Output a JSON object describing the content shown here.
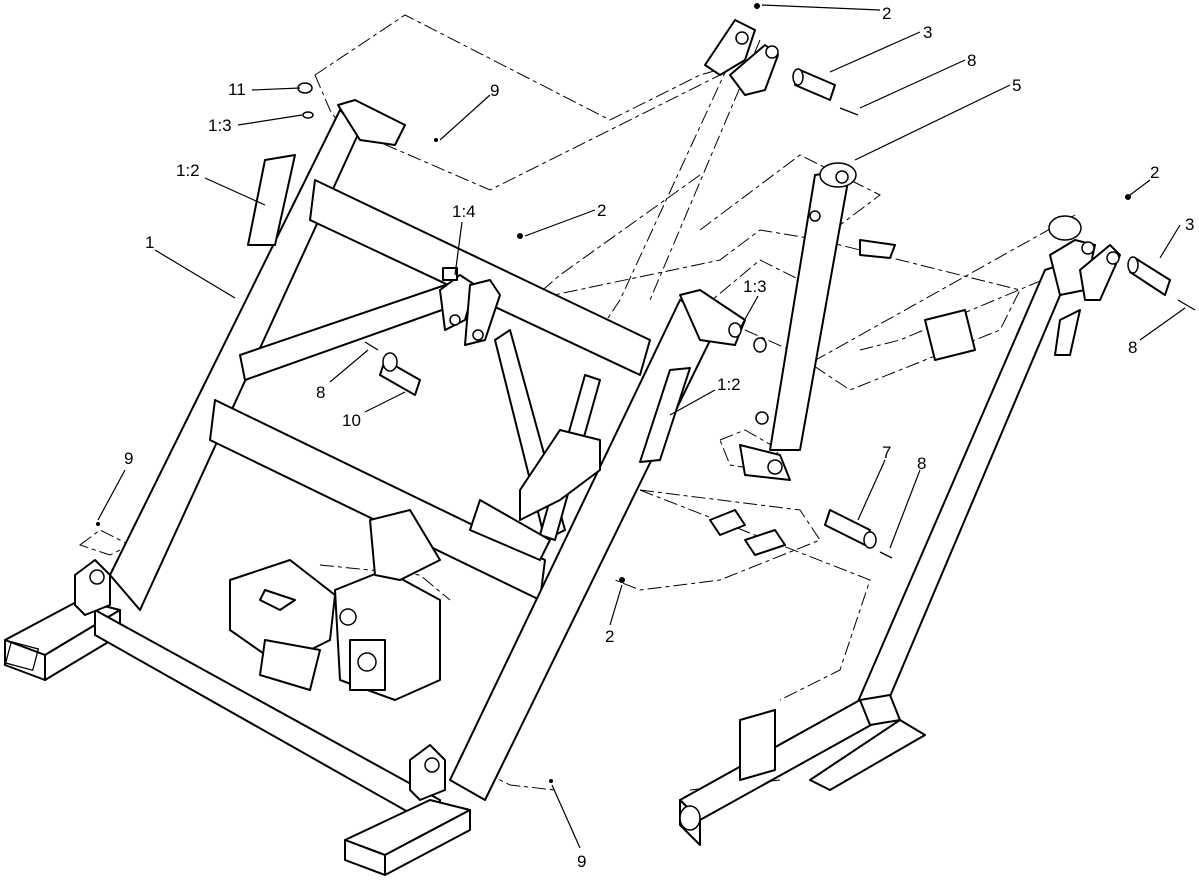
{
  "callouts": {
    "c2_top": "2",
    "c3_top": "3",
    "c8_top": "8",
    "c5": "5",
    "c11": "11",
    "c9_top": "9",
    "c1_3_left": "1:3",
    "c1_2_left": "1:2",
    "c1": "1",
    "c1_4": "1:4",
    "c2_mid": "2",
    "c1_3_mid": "1:3",
    "c1_2_mid": "1:2",
    "c8_left": "8",
    "c10": "10",
    "c9_left": "9",
    "c2_right": "2",
    "c3_right": "3",
    "c8_right": "8",
    "c7": "7",
    "c8_mid": "8",
    "c2_bottom": "2",
    "c9_bottom": "9"
  }
}
